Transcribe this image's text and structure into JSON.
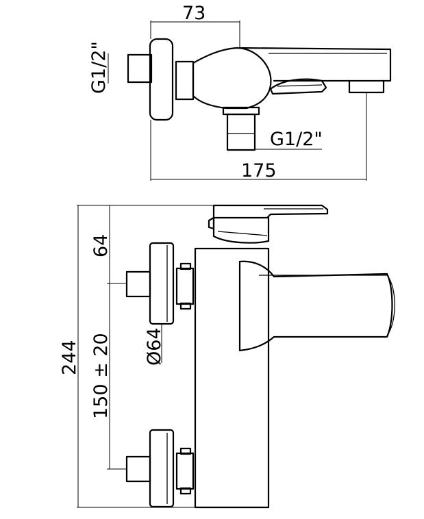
{
  "top_view": {
    "dim_width": "73",
    "dim_length": "175",
    "inlet_thread": "G1/2\"",
    "outlet_thread": "G1/2\""
  },
  "side_view": {
    "dim_top": "64",
    "dim_height": "244",
    "dim_centers": "150 ± 20",
    "dim_flange": "Ø64"
  }
}
